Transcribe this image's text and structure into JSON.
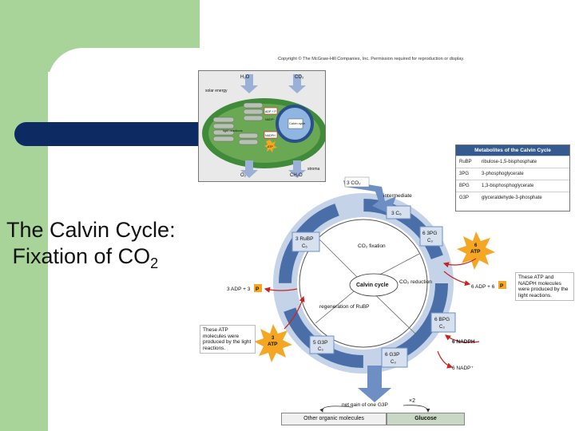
{
  "slide": {
    "title_main": "The Calvin Cycle:",
    "title_fix": "Fixation of CO",
    "title_sub": "2"
  },
  "copyright": "Copyright © The McGraw-Hill Companies, Inc. Permission required for reproduction or display.",
  "chloroplast": {
    "h2o": "H₂O",
    "co2": "CO₂",
    "solar": "solar energy",
    "adp": "ADP + P",
    "nadp": "NADP⁺",
    "calvin": "Calvin cycle",
    "nadph": "NADPH",
    "atp": "ATP",
    "light": "light reactions",
    "o2": "O₂",
    "ch2o": "CH₂O",
    "stroma": "stroma"
  },
  "metabolites": {
    "heading": "Metabolites of the Calvin Cycle",
    "rows": [
      {
        "abbr": "RuBP",
        "name": "ribulose-1,5-bisphosphate"
      },
      {
        "abbr": "3PG",
        "name": "3-phosphoglycerate"
      },
      {
        "abbr": "BPG",
        "name": "1,3-bisphosphoglycerate"
      },
      {
        "abbr": "G3P",
        "name": "glyceraldehyde-3-phosphate"
      }
    ]
  },
  "cycle": {
    "co2_in": "3 CO₂",
    "intermediate": "intermediate",
    "c6": "3 C₆",
    "rubp": "3 RuBP",
    "rubp_c": "C₅",
    "pg_3": "6 3PG",
    "pg_c": "C₃",
    "co2_fixation": "CO₂ fixation",
    "calvin_cycle": "Calvin cycle",
    "co2_reduction": "CO₂ reduction",
    "regeneration": "regeneration of RuBP",
    "bpg": "6 BPG",
    "bpg_c": "C₃",
    "g3p5": "5 G3P",
    "g3p5_c": "C₃",
    "g3p6": "6 G3P",
    "g3p6_c": "C₃",
    "atp6_num": "6",
    "atp6": "ATP",
    "adp6": "6 ADP + 6",
    "p": "P",
    "nadph6": "6 NADPH",
    "nadp6": "6 NADP⁺",
    "atp3_num": "3",
    "atp3": "ATP",
    "adp3": "3 ADP + 3",
    "net_gain": "net gain of one G3P",
    "times2": "×2"
  },
  "notes": {
    "right": "These ATP and NADPH molecules were produced by the light reactions.",
    "left": "These ATP molecules were produced by the light reactions."
  },
  "bottom": {
    "other": "Other organic molecules",
    "glucose": "Glucose"
  },
  "colors": {
    "cycle_ring": "#4a6fa8",
    "cycle_light": "#c5d3e8",
    "atp_star": "#f5a623",
    "red_arrow": "#cc2222",
    "chloro_green": "#3f8b3a"
  }
}
